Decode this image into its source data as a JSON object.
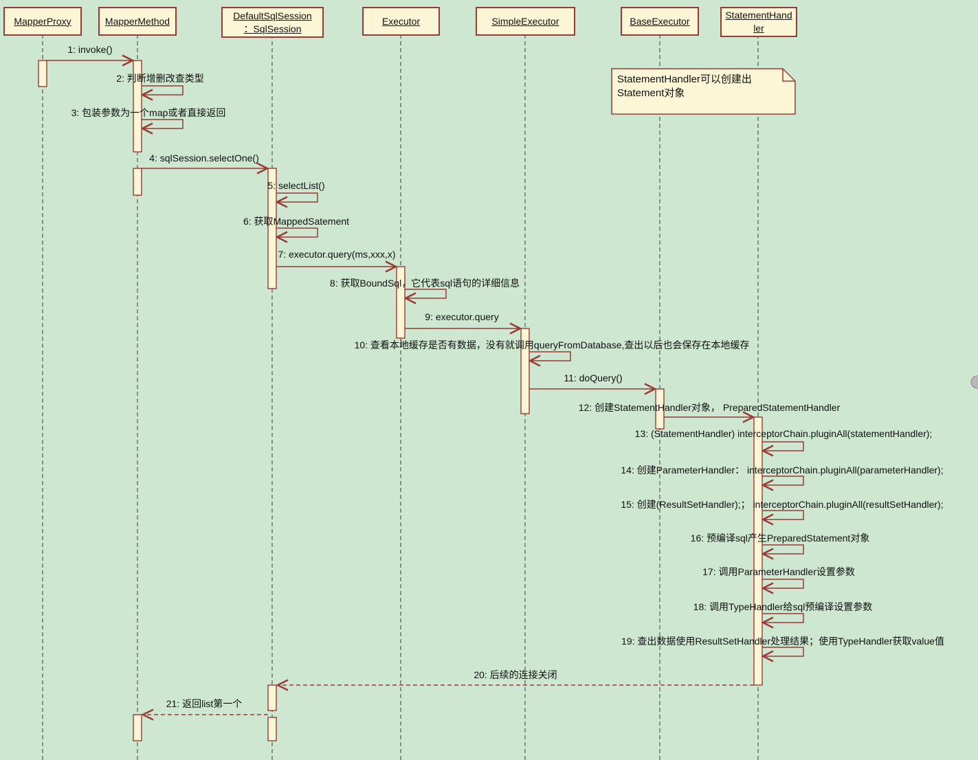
{
  "diagram": {
    "type": "uml-sequence-diagram",
    "colors": {
      "background": "#cde7d1",
      "element_fill": "#fcf6d6",
      "line_accent": "#9a3a36",
      "text": "#101010"
    },
    "participants": [
      {
        "name": "MapperProxy",
        "lines": [
          "MapperProxy"
        ]
      },
      {
        "name": "MapperMethod",
        "lines": [
          "MapperMethod"
        ]
      },
      {
        "name": "DefaultSqlSession",
        "lines": [
          "DefaultSqlSession",
          "：SqlSession"
        ]
      },
      {
        "name": "Executor",
        "lines": [
          "Executor"
        ]
      },
      {
        "name": "SimpleExecutor",
        "lines": [
          "SimpleExecutor"
        ]
      },
      {
        "name": "BaseExecutor",
        "lines": [
          "BaseExecutor"
        ]
      },
      {
        "name": "StatementHandler",
        "lines": [
          "StatementHand",
          "ler"
        ]
      }
    ],
    "note": {
      "lines": [
        "StatementHandler可以创建出",
        "Statement对象"
      ]
    },
    "messages": [
      {
        "label": "1: invoke()",
        "type": "call",
        "from": "MapperProxy",
        "to": "MapperMethod"
      },
      {
        "label": "2: 判断增删改查类型",
        "type": "self",
        "on": "MapperMethod"
      },
      {
        "label": "3: 包装参数为一个map或者直接返回",
        "type": "self",
        "on": "MapperMethod"
      },
      {
        "label": "4: sqlSession.selectOne()",
        "type": "call",
        "from": "MapperMethod",
        "to": "DefaultSqlSession"
      },
      {
        "label": "5: selectList()",
        "type": "self",
        "on": "DefaultSqlSession"
      },
      {
        "label": "6: 获取MappedSatement",
        "type": "self",
        "on": "DefaultSqlSession"
      },
      {
        "label": "7: executor.query(ms,xxx,x)",
        "type": "call",
        "from": "DefaultSqlSession",
        "to": "Executor"
      },
      {
        "label": "8: 获取BoundSql，它代表sql语句的详细信息",
        "type": "self",
        "on": "Executor"
      },
      {
        "label": "9: executor.query",
        "type": "call",
        "from": "Executor",
        "to": "SimpleExecutor"
      },
      {
        "label": "10: 查看本地缓存是否有数据，没有就调用queryFromDatabase,查出以后也会保存在本地缓存",
        "type": "self",
        "on": "SimpleExecutor"
      },
      {
        "label": "11: doQuery()",
        "type": "call",
        "from": "SimpleExecutor",
        "to": "BaseExecutor"
      },
      {
        "label": "12: 创建StatementHandler对象， PreparedStatementHandler",
        "type": "call",
        "from": "BaseExecutor",
        "to": "StatementHandler"
      },
      {
        "label": "13: (StatementHandler) interceptorChain.pluginAll(statementHandler);",
        "type": "self",
        "on": "StatementHandler"
      },
      {
        "label": "14: 创建ParameterHandler： interceptorChain.pluginAll(parameterHandler);",
        "type": "self",
        "on": "StatementHandler"
      },
      {
        "label": "15: 创建(ResultSetHandler);； interceptorChain.pluginAll(resultSetHandler);",
        "type": "self",
        "on": "StatementHandler"
      },
      {
        "label": "16: 预编译sql产生PreparedStatement对象",
        "type": "self",
        "on": "StatementHandler"
      },
      {
        "label": "17: 调用ParameterHandler设置参数",
        "type": "self",
        "on": "StatementHandler"
      },
      {
        "label": "18: 调用TypeHandler给sql预编译设置参数",
        "type": "self",
        "on": "StatementHandler"
      },
      {
        "label": "19: 查出数据使用ResultSetHandler处理结果；使用TypeHandler获取value值",
        "type": "self",
        "on": "StatementHandler"
      },
      {
        "label": "20: 后续的连接关闭",
        "type": "return",
        "from": "StatementHandler",
        "to": "DefaultSqlSession"
      },
      {
        "label": "21: 返回list第一个",
        "type": "return",
        "from": "DefaultSqlSession",
        "to": "MapperMethod"
      }
    ]
  }
}
